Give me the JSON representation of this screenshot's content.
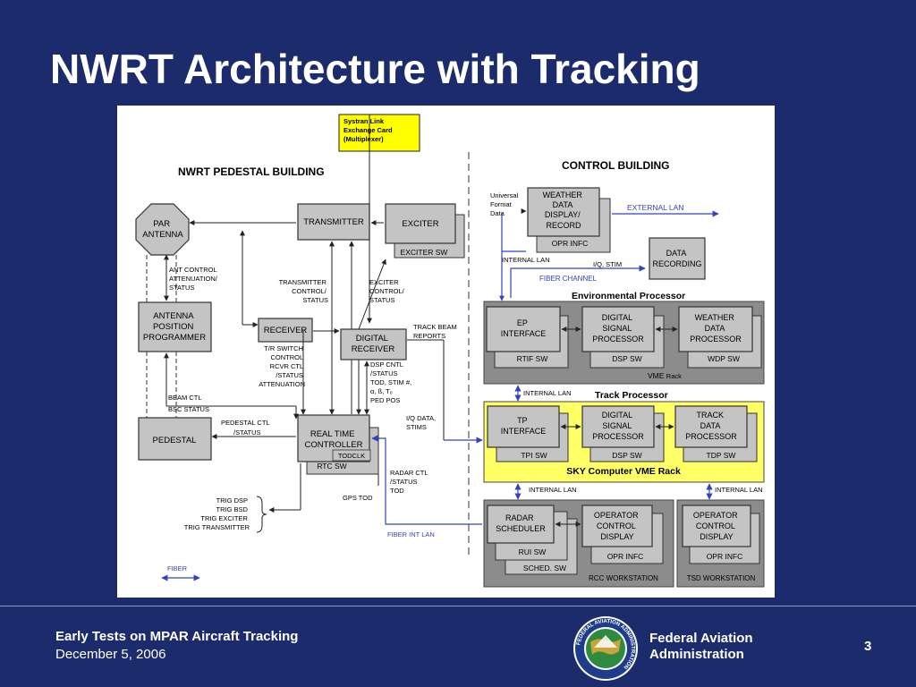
{
  "slide": {
    "title": "NWRT Architecture with Tracking"
  },
  "footer": {
    "title": "Early Tests on MPAR Aircraft Tracking",
    "date": "December 5, 2006",
    "org_line1": "Federal Aviation",
    "org_line2": "Administration",
    "page_number": "3",
    "seal_text": "FEDERAL AVIATION ADMINISTRATION"
  },
  "diagram": {
    "headings": {
      "pedestal_building": "NWRT PEDESTAL BUILDING",
      "control_building": "CONTROL BUILDING",
      "environmental_processor": "Environmental Processor",
      "track_processor": "Track Processor",
      "sky_rack": "SKY Computer VME Rack",
      "vme_rack_1": "VME",
      "vme_rack_2": "Rack"
    },
    "systran": [
      "Systran Link",
      "Exchange Card",
      "(Multiplexer)"
    ],
    "boxes": {
      "par_antenna": [
        "PAR",
        "ANTENNA"
      ],
      "antenna_position_programmer": [
        "ANTENNA",
        "POSITION",
        "PROGRAMMER"
      ],
      "pedestal": "PEDESTAL",
      "transmitter": "TRANSMITTER",
      "exciter": "EXCITER",
      "exciter_sw": "EXCITER SW",
      "receiver": "RECEIVER",
      "digital_receiver": [
        "DIGITAL",
        "RECEIVER"
      ],
      "real_time_controller": [
        "REAL TIME",
        "CONTROLLER"
      ],
      "todclk": "TODCLK",
      "rtc_sw": "RTC SW",
      "weather_display": [
        "WEATHER",
        "DATA",
        "DISPLAY/",
        "RECORD"
      ],
      "opr_infc_top": "OPR INFC",
      "data_recording": [
        "DATA",
        "RECORDING"
      ],
      "ep_interface": [
        "EP",
        "INTERFACE"
      ],
      "rtif_sw": "RTIF SW",
      "dsp_ep": [
        "DIGITAL",
        "SIGNAL",
        "PROCESSOR"
      ],
      "dsp_sw_ep": "DSP SW",
      "wdp": [
        "WEATHER",
        "DATA",
        "PROCESSOR"
      ],
      "wdp_sw": "WDP SW",
      "tp_interface": [
        "TP",
        "INTERFACE"
      ],
      "tpi_sw": "TPI SW",
      "dsp_tp": [
        "DIGITAL",
        "SIGNAL",
        "PROCESSOR"
      ],
      "dsp_sw_tp": "DSP SW",
      "tdp": [
        "TRACK",
        "DATA",
        "PROCESSOR"
      ],
      "tdp_sw": "TDP SW",
      "radar_scheduler": [
        "RADAR",
        "SCHEDULER"
      ],
      "rui_sw": "RUI SW",
      "sched_sw": "SCHED. SW",
      "ocd_rcc": [
        "OPERATOR",
        "CONTROL",
        "DISPLAY"
      ],
      "opr_infc_rcc": "OPR INFC",
      "rcc_workstation": "RCC WORKSTATION",
      "ocd_tsd": [
        "OPERATOR",
        "CONTROL",
        "DISPLAY"
      ],
      "opr_infc_tsd": "OPR INFC",
      "tsd_workstation": "TSD WORKSTATION"
    },
    "labels": {
      "ant_control": [
        "ANT CONTROL",
        "ATTENUATION/",
        "STATUS"
      ],
      "transmitter_control": [
        "TRANSMITTER",
        "CONTROL/",
        "STATUS"
      ],
      "exciter_control": [
        "EXCITER",
        "CONTROL/",
        "STATUS"
      ],
      "tr_switch": [
        "T/R SWITCH",
        "CONTROL",
        "RCVR CTL",
        "/STATUS",
        "ATTENUATION"
      ],
      "track_beam": [
        "TRACK BEAM",
        "REPORTS"
      ],
      "dsp_cntl": [
        "DSP CNTL",
        "/STATUS",
        "TOD, STIM #,",
        "α, ß, Tₒ",
        "PED POS"
      ],
      "beam_ctl": [
        "BEAM CTL",
        "BSC STATUS"
      ],
      "pedestal_ctl": [
        "PEDESTAL CTL",
        "/STATUS"
      ],
      "iq_data": [
        "I/Q DATA,",
        "STIMS"
      ],
      "radar_ctl": [
        "RADAR CTL",
        "/STATUS",
        "TOD"
      ],
      "gps_tod": "GPS TOD",
      "trig": [
        "TRIG DSP",
        "TRIG BSD",
        "TRIG EXCITER",
        "TRIG TRANSMITTER"
      ],
      "fiber_int_lan": "FIBER INT LAN",
      "fiber_legend": "FIBER",
      "universal_format": [
        "Universal",
        "Format",
        "Data"
      ],
      "external_lan": "EXTERNAL LAN",
      "internal_lan_top": "INTERNAL LAN",
      "iq_stim": "I/Q, STIM",
      "fiber_channel": "FIBER CHANNEL",
      "internal_lan_mid": "INTERNAL LAN",
      "internal_lan_low": "INTERNAL LAN",
      "internal_lan_right": "INTERNAL LAN"
    },
    "colors": {
      "processor_rack": "#8c8c8c",
      "track_rack": "#ffff66",
      "module": "#c4c4c4",
      "fiber": "#3344bb",
      "systran": "#ffff00"
    }
  }
}
